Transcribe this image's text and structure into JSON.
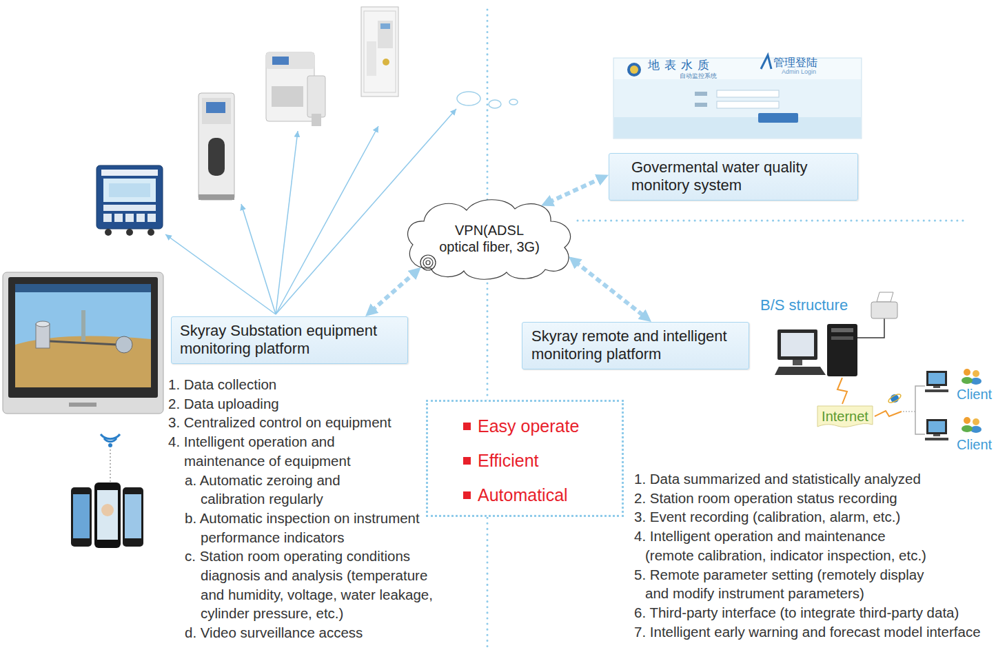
{
  "diagram": {
    "nodes": [
      {
        "text": [
          "Govermental water quality monitory system"
        ]
      },
      {
        "text": [
          "VPN(ADSL optical fiber, 3G)"
        ]
      },
      {
        "text": [
          "Skyray Substation equipment monitoring platform"
        ]
      },
      {
        "text": [
          "Skyray remote and intelligent monitoring platform"
        ]
      },
      {
        "text": [
          "Easy operate",
          "Efficient",
          "Automatical"
        ]
      },
      {
        "text": [
          "Internet"
        ]
      }
    ],
    "edges": [
      {
        "from": 1,
        "to": 0,
        "arrow": "both"
      },
      {
        "from": 2,
        "to": 1,
        "arrow": "both"
      },
      {
        "from": 1,
        "to": 3,
        "arrow": "both"
      }
    ],
    "labels": [
      "B/S structure",
      "Client",
      "Client",
      "1. Data collection",
      "2. Data uploading",
      "3. Centralized control on equipment",
      "4. Intelligent operation and maintenance of equipment",
      "a. Automatic zeroing and calibration regularly",
      "b. Automatic inspection on instrument performance indicators",
      "c. Station room operating conditions diagnosis and analysis (temperature and humidity, voltage, water leakage, cylinder pressure, etc.)",
      "d. Video surveillance access",
      "1. Data summarized and statistically analyzed",
      "2. Station room operation status recording",
      "3. Event recording (calibration, alarm, etc.)",
      "4. Intelligent operation and maintenance (remote calibration, indicator inspection, etc.)",
      "5. Remote parameter setting (remotely display and modify instrument parameters)",
      "6. Third-party interface (to integrate third-party data)",
      "7. Intelligent early warning and forecast model interface",
      "地表水质",
      "自动监控系统",
      "管理登陆",
      "Admin Login"
    ]
  }
}
